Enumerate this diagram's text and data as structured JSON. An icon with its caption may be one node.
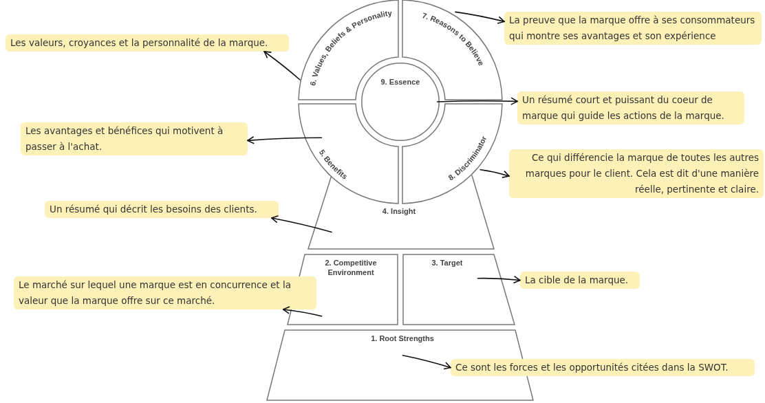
{
  "diagram": {
    "nodes": [
      {
        "text": [
          "6. Values, Beliefs & Personality"
        ]
      },
      {
        "text": [
          "7. Reasons to Believe"
        ]
      },
      {
        "text": [
          "9. Essence"
        ]
      },
      {
        "text": [
          "5. Benefits"
        ]
      },
      {
        "text": [
          "8. Discriminator"
        ]
      },
      {
        "text": [
          "4. Insight"
        ]
      },
      {
        "text": [
          "2. Competitive Environment"
        ]
      },
      {
        "text": [
          "3. Target"
        ]
      },
      {
        "text": [
          "1. Root Strengths"
        ]
      },
      {
        "text": [
          "Les valeurs, croyances et la personnalité de la marque."
        ]
      },
      {
        "text": [
          "La preuve que la marque offre à ses consommateurs qui montre ses avantages et son expérience"
        ]
      },
      {
        "text": [
          "Un résumé court et puissant du coeur de marque qui guide les actions de la marque."
        ]
      },
      {
        "text": [
          "Les avantages et bénéfices qui motivent à passer à l'achat."
        ]
      },
      {
        "text": [
          "Ce qui différencie la marque de toutes les autres marques pour le client. Cela est dit d'une manière réelle, pertinente et claire."
        ]
      },
      {
        "text": [
          "Un résumé qui décrit les besoins des clients."
        ]
      },
      {
        "text": [
          "Le marché sur lequel une marque est en concurrence et la valeur que la marque offre sur ce marché."
        ]
      },
      {
        "text": [
          "La cible de la marque."
        ]
      },
      {
        "text": [
          "Ce sont les forces et les opportunités citées dans la SWOT."
        ]
      }
    ],
    "edges": [
      {
        "from": 0,
        "to": 9,
        "arrow": "to"
      },
      {
        "from": 1,
        "to": 10,
        "arrow": "to"
      },
      {
        "from": 2,
        "to": 11,
        "arrow": "to"
      },
      {
        "from": 3,
        "to": 12,
        "arrow": "to"
      },
      {
        "from": 4,
        "to": 13,
        "arrow": "to"
      },
      {
        "from": 5,
        "to": 14,
        "arrow": "to"
      },
      {
        "from": 6,
        "to": 15,
        "arrow": "to"
      },
      {
        "from": 7,
        "to": 16,
        "arrow": "to"
      },
      {
        "from": 8,
        "to": 17,
        "arrow": "to"
      }
    ]
  }
}
